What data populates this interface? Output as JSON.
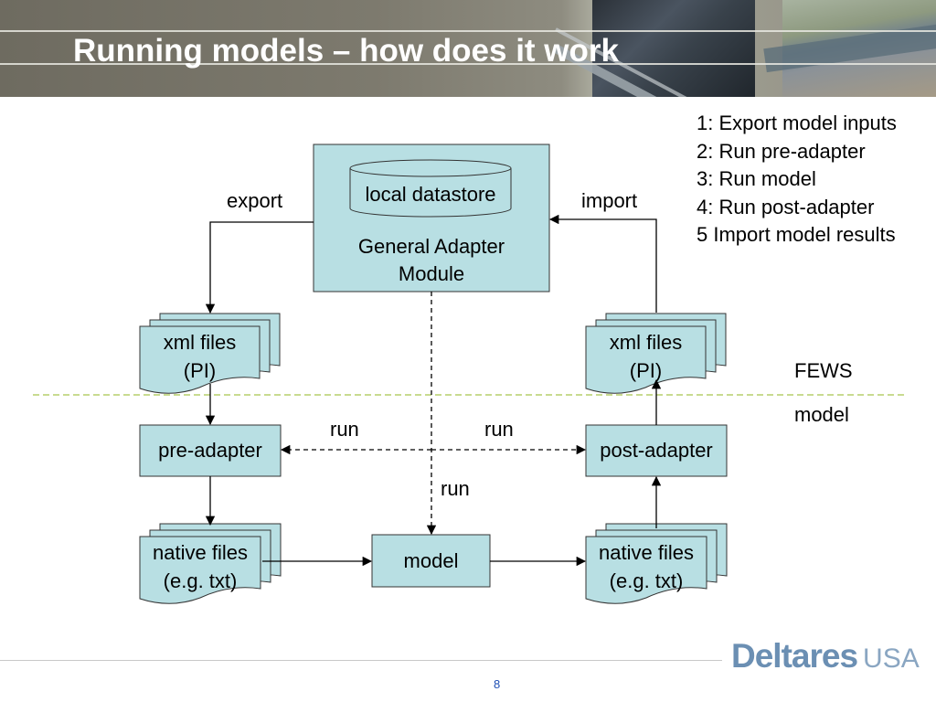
{
  "header": {
    "title": "Running models – how does it work"
  },
  "steps": [
    "1: Export model inputs",
    "2: Run pre-adapter",
    "3: Run model",
    "4: Run post-adapter",
    "5 Import model results"
  ],
  "diagram": {
    "general_adapter": {
      "datastore": "local datastore",
      "line1": "General Adapter",
      "line2": "Module"
    },
    "export_label": "export",
    "import_label": "import",
    "xml_left": {
      "line1": "xml files",
      "line2": "(PI)"
    },
    "xml_right": {
      "line1": "xml files",
      "line2": "(PI)"
    },
    "fews_label": "FEWS",
    "model_zone_label": "model",
    "run_left": "run",
    "run_right": "run",
    "run_down": "run",
    "pre_adapter": "pre-adapter",
    "post_adapter": "post-adapter",
    "native_left": {
      "line1": "native files",
      "line2": "(e.g. txt)"
    },
    "native_right": {
      "line1": "native files",
      "line2": "(e.g. txt)"
    },
    "model_box": "model",
    "box_fill": "#b8dfe3",
    "divider_color": "#b5cf6b"
  },
  "footer": {
    "logo_main": "Deltares",
    "logo_suffix": "USA",
    "page_number": "8"
  }
}
